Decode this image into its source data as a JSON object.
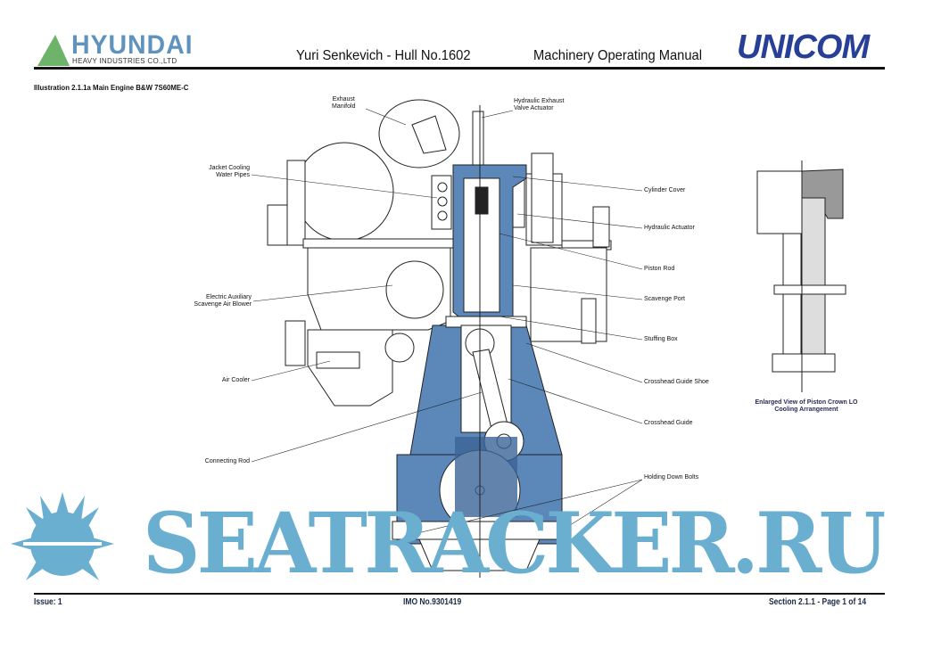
{
  "header": {
    "logo_left": {
      "name": "HYUNDAI",
      "sub": "HEAVY INDUSTRIES CO.,LTD"
    },
    "ship": "Yuri Senkevich - Hull No.1602",
    "manual": "Machinery Operating Manual",
    "logo_right": "UNICOM"
  },
  "illustration": {
    "title": "Illustration 2.1.1a Main Engine B&W 7S60ME-C",
    "labels_left": {
      "exhaust_manifold": [
        "Exhaust",
        "Manifold"
      ],
      "jacket_cooling": [
        "Jacket Cooling",
        "Water Pipes"
      ],
      "blower": [
        "Electric Auxiliary",
        "Scavenge Air Blower"
      ],
      "air_cooler": "Air Cooler",
      "connecting_rod": "Connecting Rod"
    },
    "labels_right": {
      "hyd_exhaust": [
        "Hydraulic Exhaust",
        "Valve Actuator"
      ],
      "cylinder_cover": "Cylinder Cover",
      "hydraulic_actuator": "Hydraulic Actuator",
      "piston_rod": "Piston Rod",
      "scavenge_port": "Scavenge Port",
      "stuffing_box": "Stuffing Box",
      "crosshead_shoe": "Crosshead Guide Shoe",
      "crosshead_guide": "Crosshead Guide",
      "holding_bolts": "Holding Down Bolts"
    },
    "inset_caption": [
      "Enlarged View of Piston Crown LO",
      "Cooling Arrangement"
    ]
  },
  "footer": {
    "issue": "Issue: 1",
    "imo": "IMO No.9301419",
    "section": "Section 2.1.1  -  Page 1 of 14"
  },
  "watermark": "SEATRACKER.RU",
  "colors": {
    "engine_blue": "#5b87b9",
    "watermark": "#6aaed0",
    "unicom": "#283f98",
    "hyundai": "#5f93bd"
  }
}
